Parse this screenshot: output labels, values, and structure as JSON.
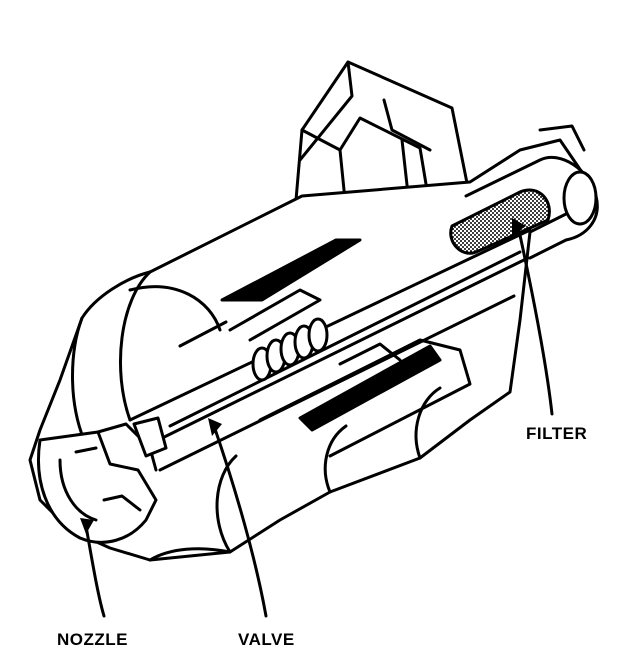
{
  "labels": {
    "filter": "FILTER",
    "nozzle": "NOZZLE",
    "valve": "VALVE"
  },
  "colors": {
    "ink": "#000000",
    "paper": "#ffffff",
    "filter_mesh": "#555555"
  }
}
